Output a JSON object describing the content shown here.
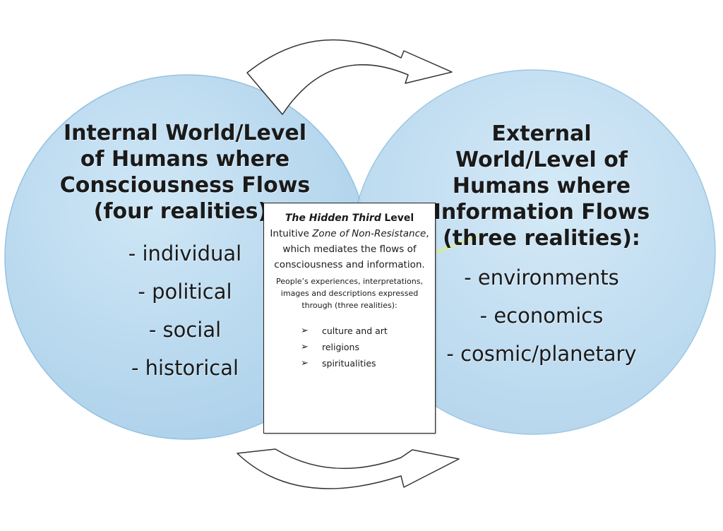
{
  "colors": {
    "circle_fill": "#b9d8ee",
    "circle_edge": "#7fb2d6",
    "arrow_fill": "#ffffff",
    "arrow_stroke": "#333333"
  },
  "left_circle": {
    "title_lines": [
      "Internal World/Level",
      "of Humans where",
      "Consciousness Flows",
      "(four realities):"
    ],
    "items": [
      "- individual",
      "- political",
      "- social",
      "- historical"
    ]
  },
  "right_circle": {
    "title_lines": [
      "External",
      "World/Level of",
      "Humans where",
      "Information Flows",
      "(three realities):"
    ],
    "items": [
      "- environments",
      "- economics",
      "- cosmic/planetary"
    ]
  },
  "center_box": {
    "heading_italic_bold": "The Hidden Third",
    "heading_bold": "Level",
    "line1_prefix": "Intuitive",
    "line1_italic": "Zone of Non-Resistance",
    "line1_suffix": ", which mediates the flows of consciousness and information.",
    "small_text": "People’s experiences, interpretations, images and descriptions expressed through (three realities):",
    "bullet_glyph": "➢",
    "bullets": [
      "culture and art",
      "religions",
      "spiritualities"
    ]
  },
  "arrows": [
    {
      "icon": "curved-arrow-right",
      "position": "top"
    },
    {
      "icon": "curved-arrow-right",
      "position": "bottom"
    }
  ]
}
